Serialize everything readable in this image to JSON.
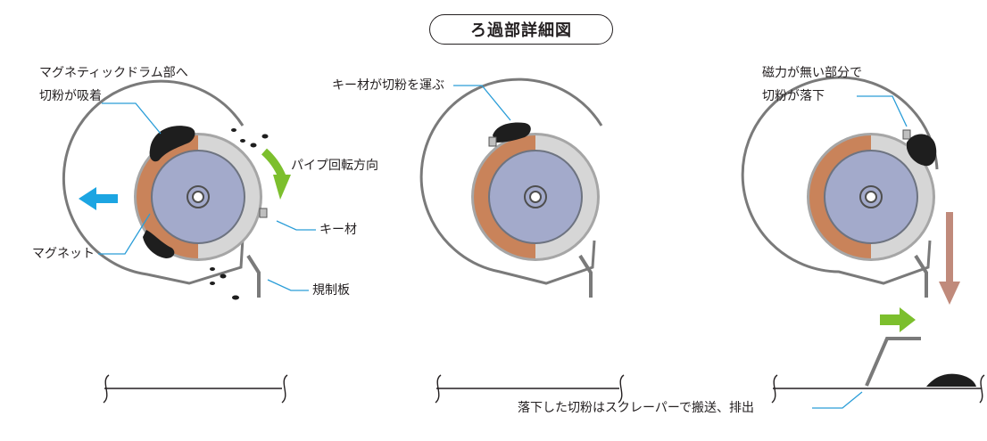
{
  "title": "ろ過部詳細図",
  "labels": {
    "drum_adsorb_line1": "マグネティックドラム部へ",
    "drum_adsorb_line2": "切粉が吸着",
    "pipe_rotation": "パイプ回転方向",
    "key_member": "キー材",
    "magnet": "マグネット",
    "regulating_plate": "規制板",
    "key_carries": "キー材が切粉を運ぶ",
    "no_magnet_line1": "磁力が無い部分で",
    "no_magnet_line2": "切粉が落下",
    "discharge": "落下した切粉はスクレーパーで搬送、排出"
  },
  "colors": {
    "magnet_orange": "#c9835a",
    "drum_blue": "#a3aacb",
    "drum_gray": "#d5d5d5",
    "arrow_cyan": "#1ca5e2",
    "arrow_green": "#7cbf2d",
    "arrow_brown": "#c08a7b",
    "chip_black": "#1e1e1e",
    "line_gray": "#808080",
    "callout_blue": "#2a9dd8"
  }
}
